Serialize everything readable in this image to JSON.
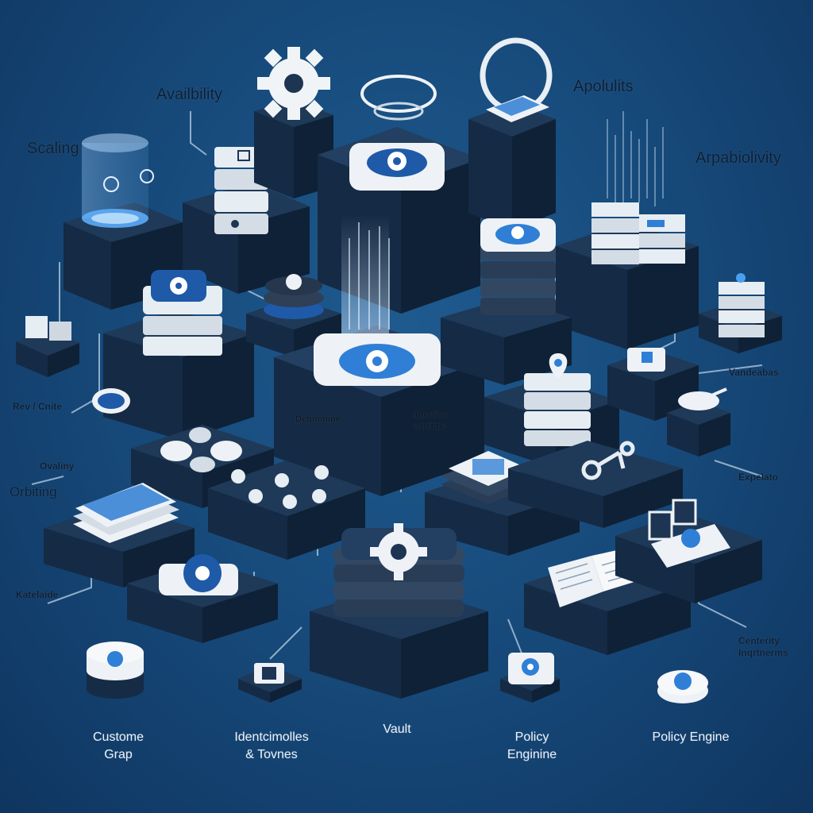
{
  "labels": {
    "availability_top": "Availbility",
    "scaling": "Scaling",
    "apolulits": "Apolulits",
    "arpabiolivity": "Arpabiolivity",
    "rev_cnte": "Rev / Cnite",
    "oveliny": "Ovaliny",
    "orbiting": "Orbiting",
    "ketelain": "Katelaide",
    "vandebas": "Vandeabas",
    "eupelato": "Expelato",
    "centrality_1": "Centerity",
    "centrality_2": "Inqrtnerms",
    "face_left": "Detmonine",
    "face_right_1": "Intertion",
    "face_right_2": "equitipe",
    "bottom_1_line1": "Custome",
    "bottom_1_line2": "Grap",
    "bottom_2_line1": "Identcimolles",
    "bottom_2_line2": "& Tovnes",
    "bottom_3": "Vault",
    "bottom_4_line1": "Policy",
    "bottom_4_line2": "Enginine",
    "bottom_5": "Policy Engine"
  },
  "colors": {
    "background": "#174b7c",
    "block_top": "#1d3553",
    "block_side_left": "#152a44",
    "block_side_right": "#0f2136",
    "accent_blue": "#2f7fd6",
    "accent_light": "#e6edf3",
    "connector": "#b9cfe4"
  },
  "icons": [
    "gear-icon",
    "server-stack-icon",
    "database-icon",
    "ring-icon",
    "document-icon",
    "book-icon",
    "laptop-icon",
    "key-icon",
    "location-pin-icon"
  ]
}
